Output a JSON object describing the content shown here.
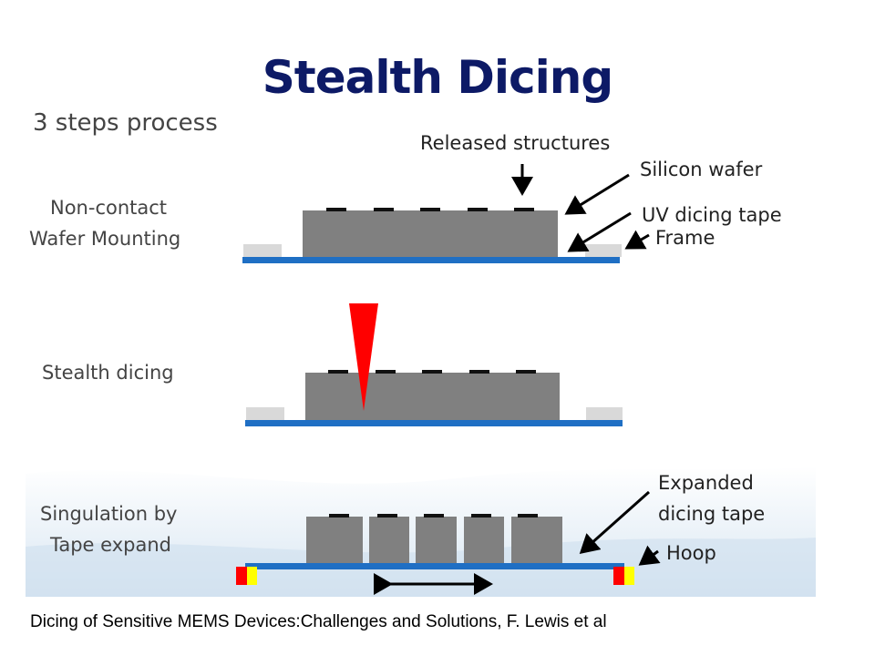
{
  "title": "Stealth Dicing",
  "subtitle": "3 steps process",
  "steps": {
    "step1": {
      "line1": "Non-contact",
      "line2": "Wafer Mounting"
    },
    "step2": {
      "line1": "Stealth dicing"
    },
    "step3": {
      "line1": "Singulation by",
      "line2": "Tape expand"
    }
  },
  "labels": {
    "released_structures": "Released structures",
    "silicon_wafer": "Silicon wafer",
    "uv_dicing_tape": "UV dicing tape",
    "frame": "Frame",
    "expanded_line1": "Expanded",
    "expanded_line2": "dicing tape",
    "hoop": "Hoop"
  },
  "caption": "Dicing of Sensitive MEMS Devices:Challenges and Solutions, F. Lewis et al",
  "colors": {
    "title": "#0d1a66",
    "wafer": "#808080",
    "tape": "#1f6fc4",
    "frame": "#d9d9d9",
    "laser": "#ff0000",
    "hoop_red": "#ff0000",
    "hoop_yellow": "#ffff00"
  }
}
